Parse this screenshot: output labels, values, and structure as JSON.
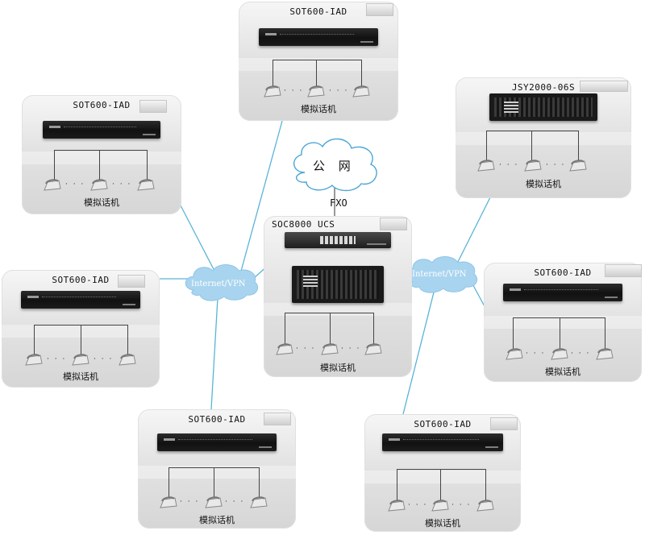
{
  "pstn": {
    "label": "公 网"
  },
  "fxo_label": "FXO",
  "clouds": [
    {
      "label": "Internet/VPN"
    },
    {
      "label": "Internet/VPN"
    }
  ],
  "phone_caption": "模拟话机",
  "ellipsis": "· · ·",
  "nodes": [
    {
      "title": "SOT600-IAD"
    },
    {
      "title": "SOT600-IAD"
    },
    {
      "title": "JSY2000-06S"
    },
    {
      "title": "SOC8000 UCS"
    },
    {
      "title": "SOT600-IAD"
    },
    {
      "title": "SOT600-IAD"
    },
    {
      "title": "SOT600-IAD"
    },
    {
      "title": "SOT600-IAD"
    }
  ],
  "colors": {
    "link": "#5ab4d6",
    "cloud": "#a9d4ef",
    "node_bg": "#dcdcdc"
  }
}
